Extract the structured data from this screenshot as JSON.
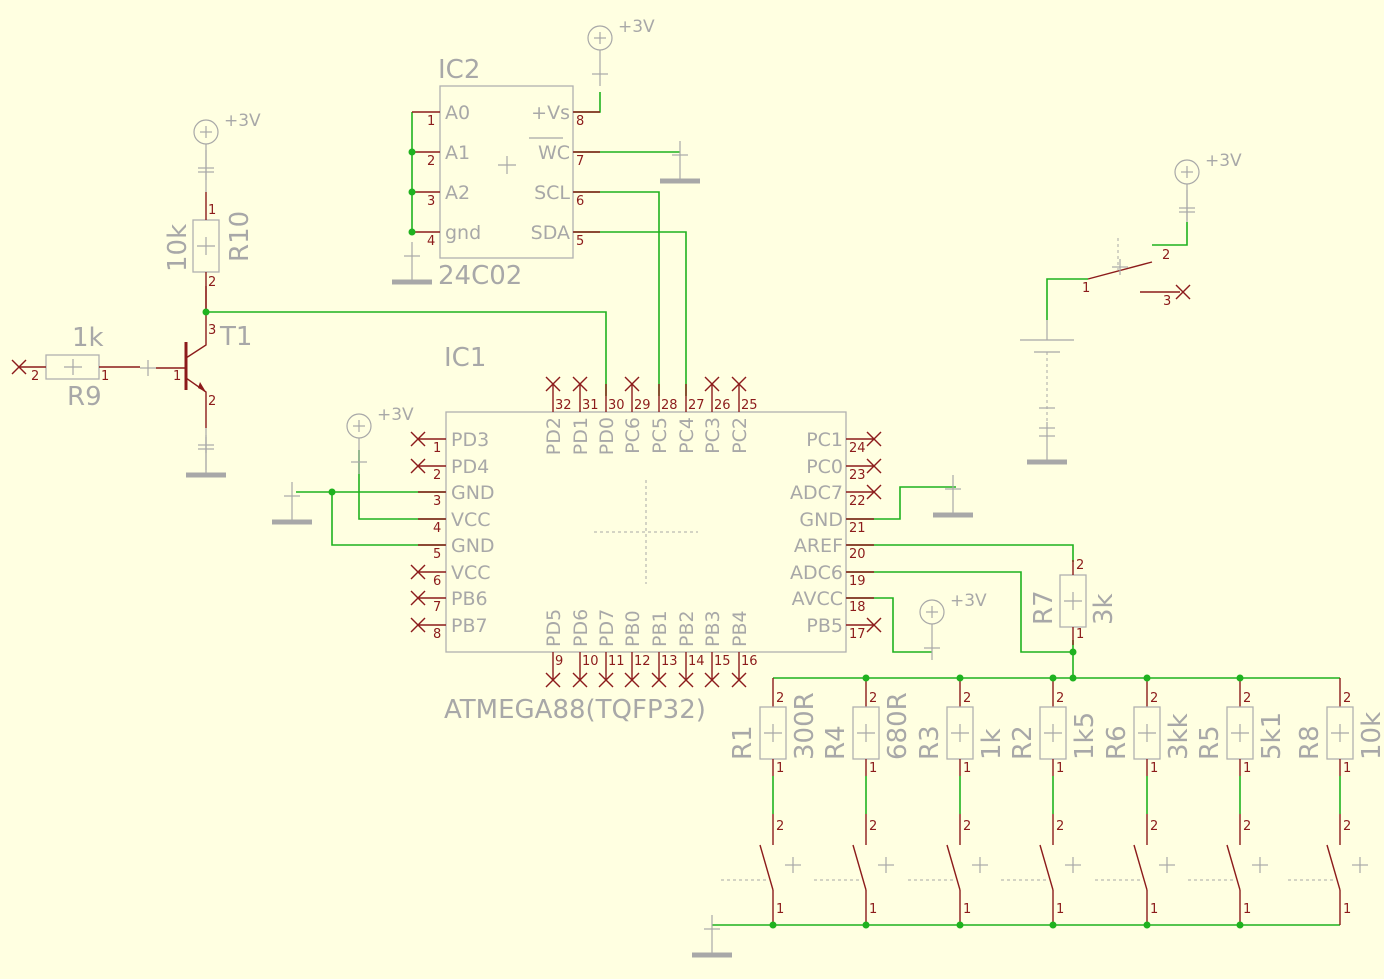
{
  "supply_label": "+3V",
  "ic2": {
    "name": "IC2",
    "value": "24C02",
    "left_pins": [
      {
        "num": "1",
        "label": "A0"
      },
      {
        "num": "2",
        "label": "A1"
      },
      {
        "num": "3",
        "label": "A2"
      },
      {
        "num": "4",
        "label": "gnd"
      }
    ],
    "right_pins": [
      {
        "num": "8",
        "label": "+Vs"
      },
      {
        "num": "7",
        "label": "WC"
      },
      {
        "num": "6",
        "label": "SCL"
      },
      {
        "num": "5",
        "label": "SDA"
      }
    ]
  },
  "ic1": {
    "name": "IC1",
    "value": "ATMEGA88(TQFP32)",
    "left_pins": [
      {
        "num": "1",
        "label": "PD3"
      },
      {
        "num": "2",
        "label": "PD4"
      },
      {
        "num": "3",
        "label": "GND"
      },
      {
        "num": "4",
        "label": "VCC"
      },
      {
        "num": "5",
        "label": "GND"
      },
      {
        "num": "6",
        "label": "VCC"
      },
      {
        "num": "7",
        "label": "PB6"
      },
      {
        "num": "8",
        "label": "PB7"
      }
    ],
    "right_pins": [
      {
        "num": "24",
        "label": "PC1"
      },
      {
        "num": "23",
        "label": "PC0"
      },
      {
        "num": "22",
        "label": "ADC7"
      },
      {
        "num": "21",
        "label": "GND"
      },
      {
        "num": "20",
        "label": "AREF"
      },
      {
        "num": "19",
        "label": "ADC6"
      },
      {
        "num": "18",
        "label": "AVCC"
      },
      {
        "num": "17",
        "label": "PB5"
      }
    ],
    "top_pins": [
      {
        "num": "32",
        "label": "PD2"
      },
      {
        "num": "31",
        "label": "PD1"
      },
      {
        "num": "30",
        "label": "PD0"
      },
      {
        "num": "29",
        "label": "PC6"
      },
      {
        "num": "28",
        "label": "PC5"
      },
      {
        "num": "27",
        "label": "PC4"
      },
      {
        "num": "26",
        "label": "PC3"
      },
      {
        "num": "25",
        "label": "PC2"
      }
    ],
    "bottom_pins": [
      {
        "num": "9",
        "label": "PD5"
      },
      {
        "num": "10",
        "label": "PD6"
      },
      {
        "num": "11",
        "label": "PD7"
      },
      {
        "num": "12",
        "label": "PB0"
      },
      {
        "num": "13",
        "label": "PB1"
      },
      {
        "num": "14",
        "label": "PB2"
      },
      {
        "num": "15",
        "label": "PB3"
      },
      {
        "num": "16",
        "label": "PB4"
      }
    ]
  },
  "t1": {
    "name": "T1",
    "pin_b": "1",
    "pin_e": "2",
    "pin_c": "3"
  },
  "r9": {
    "name": "R9",
    "value": "1k",
    "pin_a": "1",
    "pin_b": "2"
  },
  "r10": {
    "name": "R10",
    "value": "10k",
    "pin_a": "1",
    "pin_b": "2"
  },
  "r7": {
    "name": "R7",
    "value": "3k",
    "pin_a": "1",
    "pin_b": "2"
  },
  "switch_top": {
    "pin1": "1",
    "pin2": "2",
    "pin3": "3"
  },
  "ladder": [
    {
      "name": "R1",
      "value": "300R"
    },
    {
      "name": "R4",
      "value": "680R"
    },
    {
      "name": "R3",
      "value": "1k"
    },
    {
      "name": "R2",
      "value": "1k5"
    },
    {
      "name": "R6",
      "value": "3kk"
    },
    {
      "name": "R5",
      "value": "5k1"
    },
    {
      "name": "R8",
      "value": "10k"
    }
  ],
  "ladder_pin1": "1",
  "ladder_pin2": "2"
}
